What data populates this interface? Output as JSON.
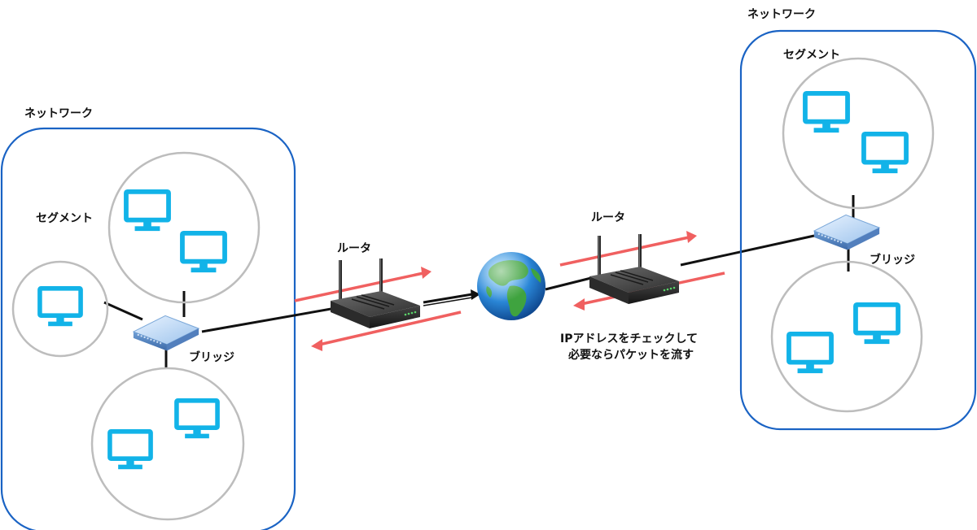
{
  "left_network": {
    "title": "ネットワーク",
    "segment_label": "セグメント",
    "bridge_label": "ブリッジ"
  },
  "right_network": {
    "title": "ネットワーク",
    "segment_label": "セグメント",
    "bridge_label": "ブリッジ"
  },
  "left_router": {
    "label": "ルータ"
  },
  "right_router": {
    "label": "ルータ",
    "note_line1": "IPアドレスをチェックして",
    "note_line2": "必要ならパケットを流す"
  },
  "colors": {
    "network_border": "#1a63c4",
    "segment_border": "#bdbdbd",
    "monitor": "#12b3e8",
    "packet_arrow": "#f06060",
    "wire": "#111111"
  },
  "icons": {
    "computer": "monitor-icon",
    "bridge": "bridge-switch-icon",
    "router": "router-icon",
    "internet": "globe-icon"
  }
}
